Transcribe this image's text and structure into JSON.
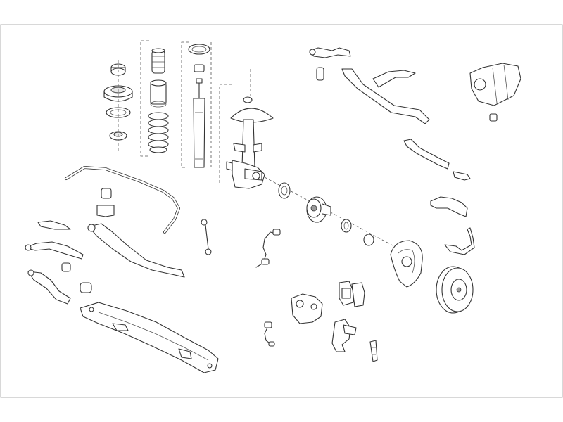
{
  "diagram": {
    "kind": "exploded-view",
    "colors": {
      "stroke": "#333333",
      "fill": "#ffffff",
      "shade": "#e9e9e9",
      "frame": "#b0b0b0"
    },
    "parts": [
      "strut-mount",
      "strut-bearing",
      "spring-seat",
      "bump-stop",
      "dust-boot",
      "coil-spring",
      "shock-absorber",
      "spring-retainer",
      "complete-strut",
      "steering-knuckle",
      "tie-rod-end",
      "tie-rod",
      "idler-arm",
      "steering-box",
      "control-arm",
      "stabilizer-bar",
      "stabilizer-bushing",
      "stabilizer-link",
      "wheel-bearing",
      "wheel-hub",
      "brake-shield",
      "brake-disc",
      "brake-caliper",
      "brake-pads",
      "abs-sensor",
      "wear-sensor",
      "brake-hose",
      "subframe",
      "caliper-bracket",
      "pad-clips"
    ]
  }
}
